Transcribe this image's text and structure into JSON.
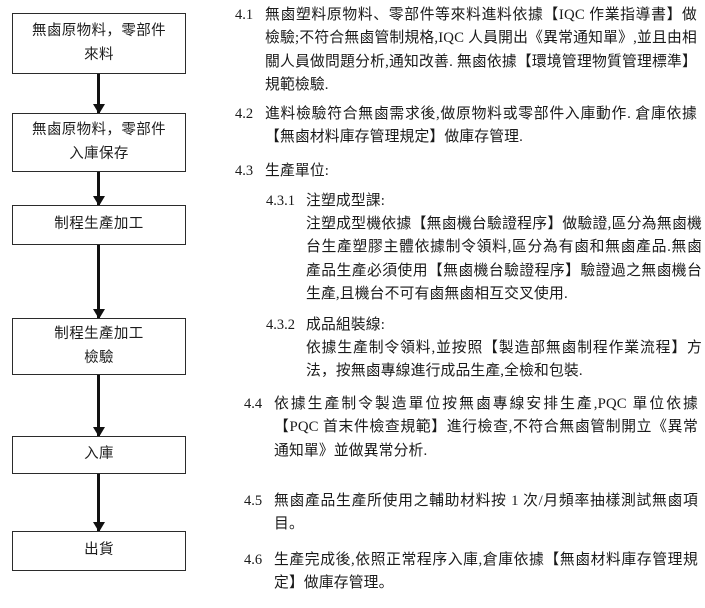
{
  "flowchart": {
    "nodes": [
      {
        "id": "incoming-material",
        "lines": [
          "無鹵原物料，零部件",
          "來料"
        ]
      },
      {
        "id": "warehouse-storage",
        "lines": [
          "無鹵原物料，零部件",
          "入庫保存"
        ]
      },
      {
        "id": "process-production",
        "lines": [
          "制程生產加工"
        ]
      },
      {
        "id": "process-inspection",
        "lines": [
          "制程生產加工",
          "檢驗"
        ]
      },
      {
        "id": "stock-in",
        "lines": [
          "入庫"
        ]
      },
      {
        "id": "shipment",
        "lines": [
          "出貨"
        ]
      }
    ]
  },
  "clauses": [
    {
      "number": "4.1",
      "level": 1,
      "text": "無鹵塑料原物料、零部件等來料進料依據【IQC 作業指導書】做檢驗;不符合無鹵管制規格,IQC 人員開出《異常通知單》,並且由相關人員做問題分析,通知改善. 無鹵依據【環境管理物質管理標準】規範檢驗."
    },
    {
      "number": "4.2",
      "level": 1,
      "text": "進料檢驗符合無鹵需求後,做原物料或零部件入庫動作. 倉庫依據【無鹵材料庫存管理規定】做庫存管理."
    },
    {
      "number": "4.3",
      "level": 1,
      "text": "生產單位:"
    },
    {
      "number": "4.3.1",
      "level": 2,
      "text": "注塑成型課:"
    },
    {
      "number": "",
      "level": 2,
      "text": "注塑成型機依據【無鹵機台驗證程序】做驗證,區分為無鹵機台生產塑膠主體依據制令領料,區分為有鹵和無鹵產品.無鹵產品生產必須使用【無鹵機台驗證程序】驗證過之無鹵機台生產,且機台不可有鹵無鹵相互交叉使用."
    },
    {
      "number": "4.3.2",
      "level": 2,
      "text": "成品組裝線:"
    },
    {
      "number": "",
      "level": 2,
      "text": "依據生產制令領料,並按照【製造部無鹵制程作業流程】方法，按無鹵專線進行成品生產,全檢和包裝."
    },
    {
      "number": "4.4",
      "level": 1,
      "text": "依據生產制令製造單位按無鹵專線安排生產,PQC 單位依據【PQC 首末件檢查規範】進行檢查,不符合無鹵管制開立《異常通知單》並做異常分析."
    },
    {
      "number": "4.5",
      "level": 1,
      "text": "無鹵產品生產所使用之輔助材料按 1 次/月頻率抽樣測試無鹵項目。"
    },
    {
      "number": "4.6",
      "level": 1,
      "text": "生產完成後,依照正常程序入庫,倉庫依據【無鹵材料庫存管理規定】做庫存管理。"
    }
  ],
  "colors": {
    "page_background": "#ffffff",
    "text": "#1a1a1a",
    "box_border": "#2b2b2b",
    "arrow": "#111111"
  }
}
